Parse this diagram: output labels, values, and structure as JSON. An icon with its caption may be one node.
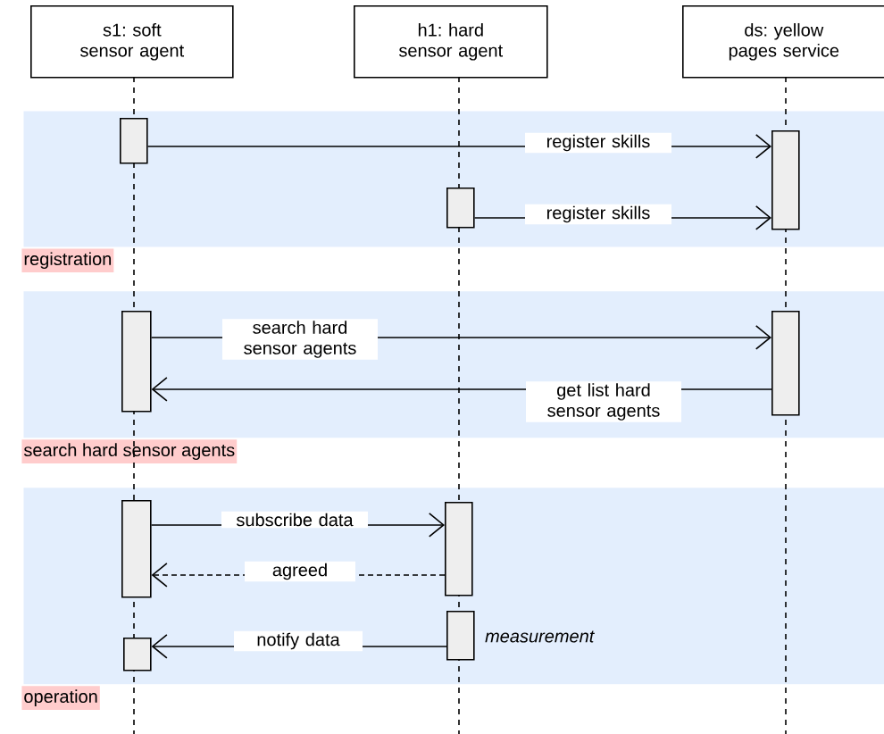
{
  "diagram": {
    "nodes": [
      {
        "text": [
          "s1: soft sensor agent"
        ]
      },
      {
        "text": [
          "h1: hard sensor agent"
        ]
      },
      {
        "text": [
          "ds: yellow pages service"
        ]
      },
      {
        "text": [
          "registration"
        ]
      },
      {
        "text": [],
        "shape": "bar",
        "in": 3
      },
      {
        "text": [],
        "shape": "bar",
        "in": 3
      },
      {
        "text": [],
        "shape": "bar",
        "in": 3
      },
      {
        "text": [
          "search hard sensor agents"
        ]
      },
      {
        "text": [],
        "shape": "bar",
        "in": 7
      },
      {
        "text": [],
        "shape": "bar",
        "in": 7
      },
      {
        "text": [
          "operation"
        ]
      },
      {
        "text": [],
        "shape": "bar",
        "in": 10
      },
      {
        "text": [],
        "shape": "bar",
        "in": 10
      },
      {
        "text": [],
        "shape": "bar",
        "in": 10,
        "beside": [
          "measurement"
        ]
      },
      {
        "text": [],
        "shape": "bar",
        "in": 10
      }
    ],
    "edges": [
      {
        "from": 4,
        "to": 5,
        "arrow": "to",
        "label": "register skills"
      },
      {
        "from": 6,
        "to": 5,
        "arrow": "to",
        "label": "register skills"
      },
      {
        "from": 8,
        "to": 9,
        "arrow": "to",
        "label": "search hard sensor agents"
      },
      {
        "from": 9,
        "to": 8,
        "arrow": "to",
        "label": "get list hard sensor agents"
      },
      {
        "from": 11,
        "to": 12,
        "arrow": "to",
        "label": "subscribe data"
      },
      {
        "from": 12,
        "to": 11,
        "arrow": "to",
        "label": "agreed",
        "style": "dashed"
      },
      {
        "from": 13,
        "to": 14,
        "arrow": "to",
        "label": "notify data"
      }
    ]
  }
}
